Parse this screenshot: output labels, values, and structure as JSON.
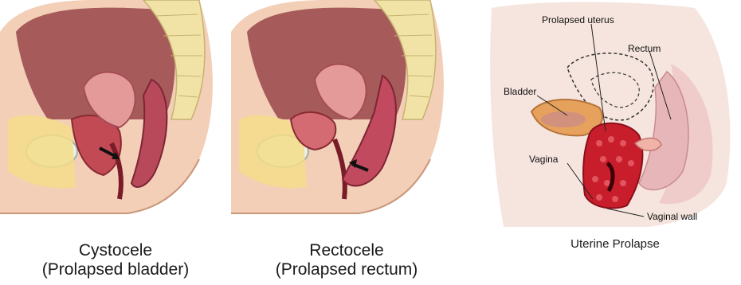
{
  "panels": [
    {
      "title": "Cystocele",
      "subtitle": "(Prolapsed bladder)"
    },
    {
      "title": "Rectocele",
      "subtitle": "(Prolapsed rectum)"
    },
    {
      "title": "Uterine Prolapse"
    }
  ],
  "labels": {
    "prolapsed_uterus": "Prolapsed uterus",
    "rectum": "Rectum",
    "bladder": "Bladder",
    "vagina": "Vagina",
    "vaginal_wall": "Vaginal wall"
  },
  "icons": [
    "arrow-icon"
  ]
}
